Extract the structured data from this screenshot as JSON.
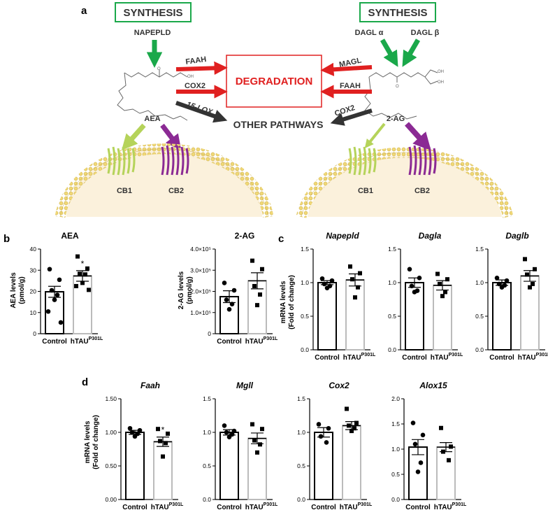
{
  "panel_a": {
    "label": "a",
    "synthesis_label": "SYNTHESIS",
    "napepld": "NAPEPLD",
    "dagl_alpha": "DAGL α",
    "dagl_beta": "DAGL β",
    "degradation": "DEGRADATION",
    "other_pathways": "OTHER PATHWAYS",
    "faah": "FAAH",
    "cox2": "COX2",
    "lox15": "15-LOX",
    "magl": "MAGL",
    "aea": "AEA",
    "two_ag": "2-AG",
    "cb1": "CB1",
    "cb2": "CB2",
    "colors": {
      "synthesis": "#1aa84a",
      "degradation": "#e02020",
      "other": "#333333",
      "cb1": "#b5d35a",
      "cb2": "#8b2a94",
      "membrane": "#f0d878",
      "cell": "#fbf1dc"
    }
  },
  "panel_labels": {
    "b": "b",
    "c": "c",
    "d": "d"
  },
  "groups": {
    "control": "Control",
    "htau": "hTAU",
    "htau_sup": "P301L"
  },
  "ylabels": {
    "aea": "AEA levels (pmol/g)",
    "two_ag": "2-AG levels (pmol/g)",
    "mrna": "mRNA levels (Fold of change)"
  },
  "significance_marker": "*",
  "chart_data": [
    {
      "id": "aea",
      "type": "bar",
      "title": "AEA",
      "categories": [
        "Control",
        "hTAU P301L"
      ],
      "values": [
        19.8,
        27.3
      ],
      "sem": [
        2.6,
        2.5
      ],
      "ylim": [
        0,
        40
      ],
      "yticks": [
        "0",
        "10",
        "20",
        "30",
        "40"
      ],
      "sig": [
        false,
        true
      ],
      "points": [
        [
          30.5,
          25.5,
          20.5,
          18.3,
          16.0,
          10.5,
          5.3
        ],
        [
          36.5,
          30.8,
          28.3,
          28.0,
          24.0,
          22.5,
          20.7
        ]
      ]
    },
    {
      "id": "2ag",
      "type": "bar",
      "title": "2-AG",
      "categories": [
        "Control",
        "hTAU P301L"
      ],
      "values": [
        175000,
        250000
      ],
      "sem": [
        28000,
        38000
      ],
      "ylim": [
        0,
        400000
      ],
      "yticks": [
        "0",
        "1.0×10⁵",
        "2.0×10⁵",
        "3.0×10⁵",
        "4.0×10⁵"
      ],
      "sig": [
        false,
        false
      ],
      "points": [
        [
          240000,
          205000,
          160000,
          140000,
          115000
        ],
        [
          345000,
          305000,
          225000,
          185000,
          135000
        ]
      ]
    },
    {
      "id": "napepld",
      "type": "bar",
      "title": "Napepld",
      "italic": true,
      "categories": [
        "Control",
        "hTAU P301L"
      ],
      "values": [
        1.0,
        1.04
      ],
      "sem": [
        0.03,
        0.09
      ],
      "ylim": [
        0,
        1.5
      ],
      "yticks": [
        "0.0",
        "0.5",
        "1.0",
        "1.5"
      ],
      "sig": [
        false,
        false
      ],
      "points": [
        [
          1.06,
          1.03,
          0.98,
          0.95,
          0.92
        ],
        [
          1.24,
          1.14,
          1.05,
          0.93,
          0.78
        ]
      ]
    },
    {
      "id": "dagla",
      "type": "bar",
      "title": "Dagla",
      "italic": true,
      "categories": [
        "Control",
        "hTAU P301L"
      ],
      "values": [
        1.0,
        0.96
      ],
      "sem": [
        0.07,
        0.07
      ],
      "ylim": [
        0,
        1.5
      ],
      "yticks": [
        "0.0",
        "0.5",
        "1.0",
        "1.5"
      ],
      "sig": [
        false,
        false
      ],
      "points": [
        [
          1.2,
          1.07,
          0.95,
          0.88,
          0.86
        ],
        [
          1.13,
          1.05,
          0.98,
          0.86,
          0.8
        ]
      ]
    },
    {
      "id": "daglb",
      "type": "bar",
      "title": "Daglb",
      "italic": true,
      "categories": [
        "Control",
        "hTAU P301L"
      ],
      "values": [
        1.0,
        1.1
      ],
      "sem": [
        0.04,
        0.08
      ],
      "ylim": [
        0,
        1.5
      ],
      "yticks": [
        "0.0",
        "0.5",
        "1.0",
        "1.5"
      ],
      "sig": [
        false,
        false
      ],
      "points": [
        [
          1.07,
          1.03,
          0.98,
          0.96,
          0.93
        ],
        [
          1.35,
          1.2,
          1.12,
          0.98,
          0.93
        ]
      ]
    },
    {
      "id": "faah",
      "type": "bar",
      "title": "Faah",
      "italic": true,
      "categories": [
        "Control",
        "hTAU P301L"
      ],
      "values": [
        1.0,
        0.86
      ],
      "sem": [
        0.03,
        0.07
      ],
      "ylim": [
        0,
        1.5
      ],
      "yticks": [
        "0.00",
        "0.50",
        "1.00",
        "1.50"
      ],
      "sig": [
        false,
        true
      ],
      "points": [
        [
          1.06,
          1.03,
          1.0,
          0.98,
          0.94
        ],
        [
          1.05,
          0.98,
          0.87,
          0.84,
          0.64
        ]
      ]
    },
    {
      "id": "mgll",
      "type": "bar",
      "title": "Mgll",
      "italic": true,
      "categories": [
        "Control",
        "hTAU P301L"
      ],
      "values": [
        1.0,
        0.91
      ],
      "sem": [
        0.04,
        0.08
      ],
      "ylim": [
        0,
        1.5
      ],
      "yticks": [
        "0.0",
        "0.5",
        "1.0",
        "1.5"
      ],
      "sig": [
        false,
        false
      ],
      "points": [
        [
          1.1,
          1.02,
          1.0,
          0.97,
          0.93
        ],
        [
          1.12,
          1.05,
          0.88,
          0.82,
          0.7
        ]
      ]
    },
    {
      "id": "cox2",
      "type": "bar",
      "title": "Cox2",
      "italic": true,
      "categories": [
        "Control",
        "hTAU P301L"
      ],
      "values": [
        1.0,
        1.1
      ],
      "sem": [
        0.07,
        0.06
      ],
      "ylim": [
        0,
        1.5
      ],
      "yticks": [
        "0.0",
        "0.5",
        "1.0",
        "1.5"
      ],
      "sig": [
        false,
        false
      ],
      "points": [
        [
          1.12,
          1.06,
          0.94,
          0.85
        ],
        [
          1.35,
          1.14,
          1.1,
          1.06,
          1.02
        ]
      ]
    },
    {
      "id": "alox15",
      "type": "bar",
      "title": "Alox15",
      "italic": true,
      "categories": [
        "Control",
        "hTAU P301L"
      ],
      "values": [
        1.04,
        1.04
      ],
      "sem": [
        0.15,
        0.09
      ],
      "ylim": [
        0,
        2.0
      ],
      "yticks": [
        "0.0",
        "0.5",
        "1.0",
        "1.5",
        "2.0"
      ],
      "sig": [
        false,
        false
      ],
      "points": [
        [
          1.52,
          1.28,
          1.1,
          0.73,
          0.55
        ],
        [
          1.42,
          1.05,
          0.95,
          0.78
        ]
      ]
    }
  ]
}
